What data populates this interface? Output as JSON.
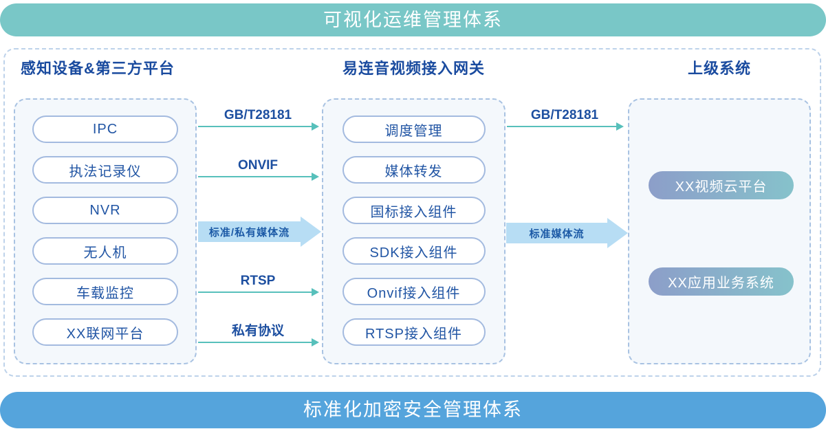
{
  "banners": {
    "top_label": "可视化运维管理体系",
    "bottom_label": "标准化加密安全管理体系"
  },
  "columns": {
    "devices": {
      "title": "感知设备&第三方平台",
      "items": [
        "IPC",
        "执法记录仪",
        "NVR",
        "无人机",
        "车载监控",
        "XX联网平台"
      ]
    },
    "gateway": {
      "title": "易连音视频接入网关",
      "items": [
        "调度管理",
        "媒体转发",
        "国标接入组件",
        "SDK接入组件",
        "Onvif接入组件",
        "RTSP接入组件"
      ]
    },
    "upper": {
      "title": "上级系统",
      "items": [
        "XX视频云平台",
        "XX应用业务系统"
      ]
    }
  },
  "arrows": {
    "left_gbt": "GB/T28181",
    "left_onvif": "ONVIF",
    "left_media": "标准/私有媒体流",
    "left_rtsp": "RTSP",
    "left_private": "私有协议",
    "right_gbt": "GB/T28181",
    "right_media": "标准媒体流"
  },
  "colors": {
    "top_banner": "#79c7c7",
    "bottom_banner": "#55a4dc",
    "arrow_teal": "#57c0bb",
    "thick_arrow_fill": "#b7ddf4",
    "heading_blue": "#1a4b9f",
    "pill_border": "#a3badf",
    "pill_text": "#2155a4",
    "gradient_start": "#8c9ec9",
    "gradient_end": "#86c2cb",
    "dashed_border": "#a8c2e2"
  }
}
